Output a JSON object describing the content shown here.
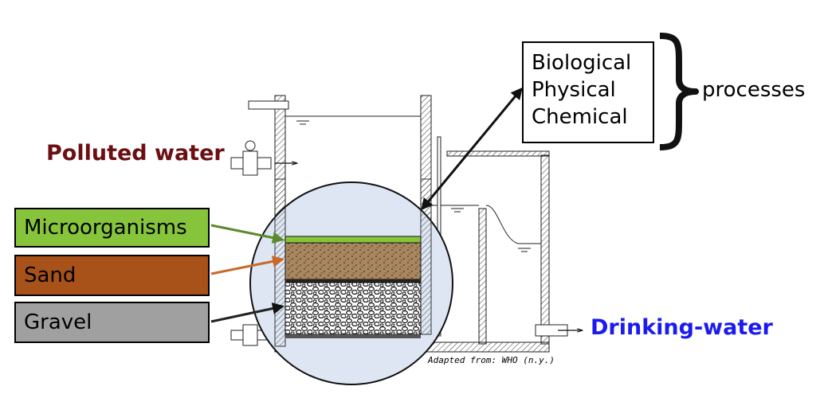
{
  "labels": {
    "polluted": "Polluted water",
    "drinking": "Drinking-water",
    "processes": "processes",
    "credit": "Adapted from: WHO (n.y.)"
  },
  "layers": [
    {
      "name": "Microorganisms",
      "color": "#86c53b"
    },
    {
      "name": "Sand",
      "color": "#a85119"
    },
    {
      "name": "Gravel",
      "color": "#a0a0a0"
    }
  ],
  "process_types": [
    "Biological",
    "Physical",
    "Chemical"
  ],
  "colors": {
    "polluted_text": "#6b0f12",
    "drinking_text": "#1b1bf0",
    "arrow_micro": "#5b8a2b",
    "arrow_sand": "#c76a2a",
    "magnifier_fill": "#dde6f2"
  }
}
